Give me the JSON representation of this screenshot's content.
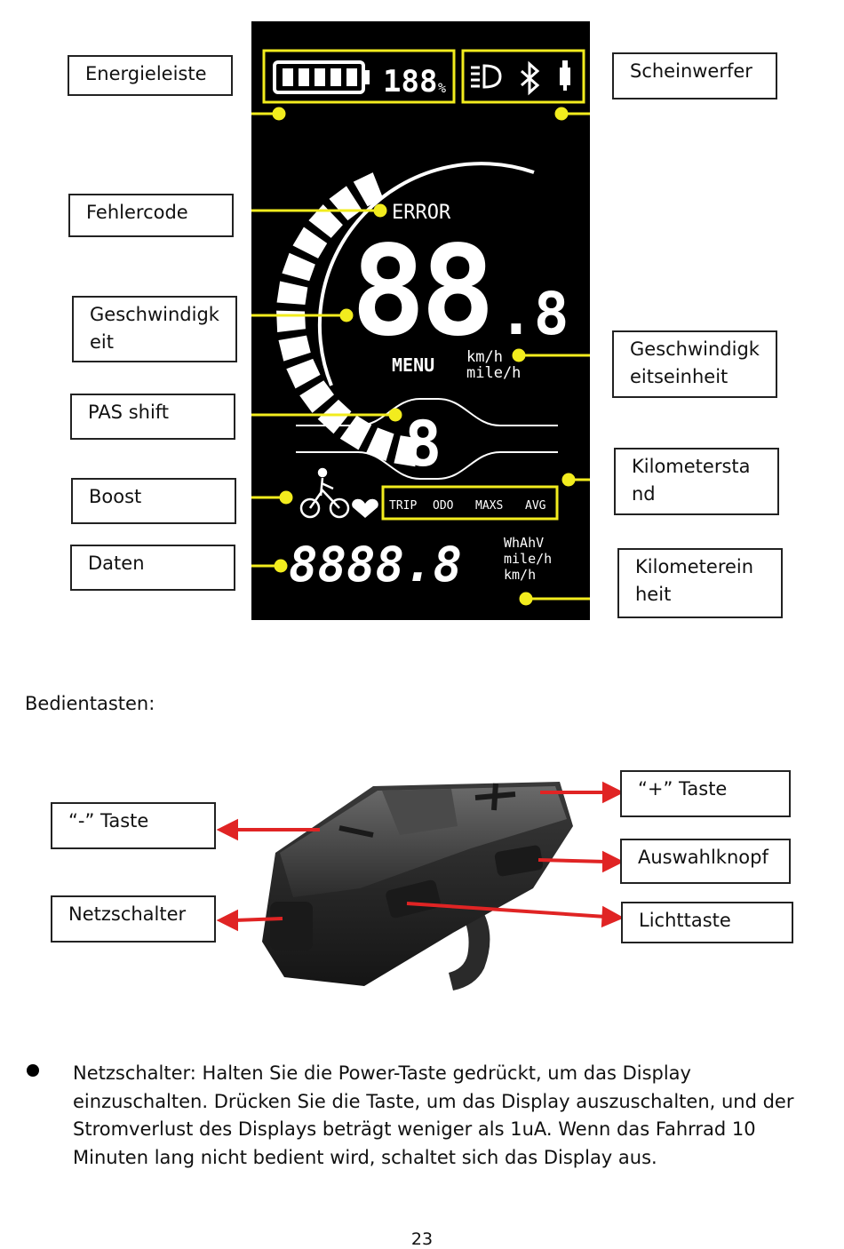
{
  "labels": {
    "energieleiste": "Energieleiste",
    "fehlercode": "Fehlercode",
    "geschwindigkeit": "Geschwindigk\neit",
    "pas_shift": "PAS shift",
    "boost": "Boost",
    "daten": "Daten",
    "scheinwerfer": "Scheinwerfer",
    "geschwindigkeitseinheit": "Geschwindigk\neitseinheit",
    "kilometerstand": "Kilometersta\nnd",
    "kilometereinheit": "Kilometerein\nheit"
  },
  "display": {
    "battery_percent": "188",
    "percent_sign": "%",
    "error": "ERROR",
    "speed_main": "88",
    "speed_decimal": ".8",
    "menu": "MENU",
    "speed_unit_kmh": "km/h",
    "speed_unit_mileh": "mile/h",
    "pas_level": "8",
    "modes": [
      "TRIP",
      "ODO",
      "MAXS",
      "AVG"
    ],
    "data_digits": "8888.8",
    "data_units": [
      "WhAhV",
      "mile/h",
      "km/h"
    ]
  },
  "bedientasten": {
    "heading": "Bedientasten:",
    "minus": "“-” Taste",
    "power": "Netzschalter",
    "plus": "“+” Taste",
    "select": "Auswahlknopf",
    "light": "Lichttaste"
  },
  "paragraph": "Netzschalter: Halten Sie die Power-Taste gedrückt, um das Display einzuschalten. Drücken Sie die Taste, um das Display auszuschalten, und der Stromverlust des Displays beträgt weniger als 1uA. Wenn das Fahrrad 10 Minuten lang nicht bedient wird, schaltet sich das Display aus.",
  "page_number": "23",
  "colors": {
    "accent_yellow": "#f2ec1e",
    "arrow_red": "#e02424",
    "lcd_bg": "#000000"
  }
}
